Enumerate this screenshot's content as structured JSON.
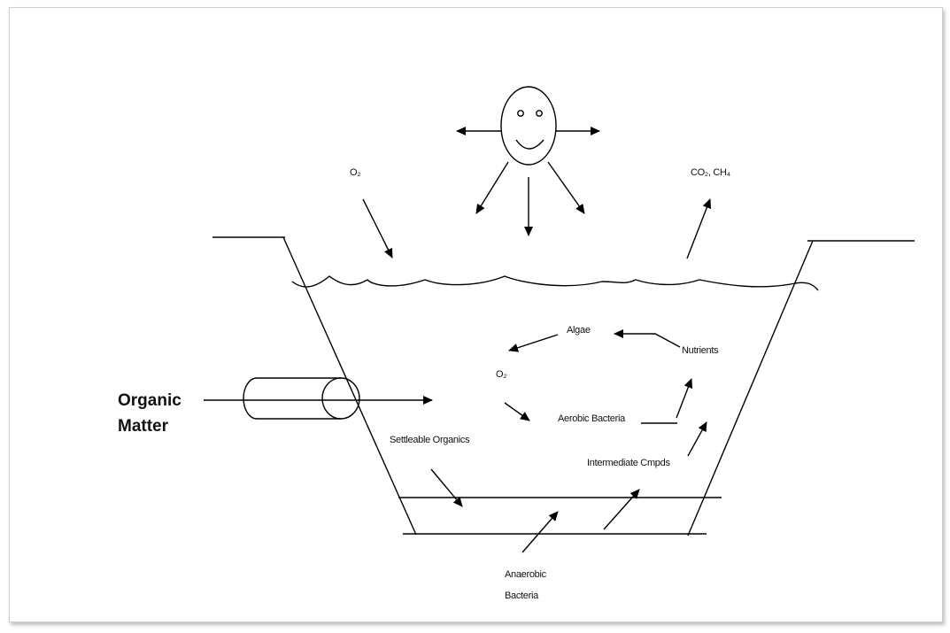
{
  "diagram": {
    "labels": {
      "oxygen_top": "O₂",
      "gases_out": "CO₂, CH₄",
      "algae": "Algae",
      "nutrients": "Nutrients",
      "oxygen_cycle": "O₂",
      "aerobic_bacteria": "Aerobic Bacteria",
      "intermediate_compounds": "Intermediate Cmpds",
      "organic_matter_line1": "Organic",
      "organic_matter_line2": "Matter",
      "settleable_organics": "Settleable Organics",
      "anaerobic_bacteria_line1": "Anaerobic",
      "anaerobic_bacteria_line2": "Bacteria"
    },
    "icons": {
      "sun": "smiling-sun-icon",
      "inlet_pipe": "pipe-icon"
    },
    "colors": {
      "line": "#000000",
      "background": "#ffffff",
      "frame": "#cfcfcf"
    }
  }
}
